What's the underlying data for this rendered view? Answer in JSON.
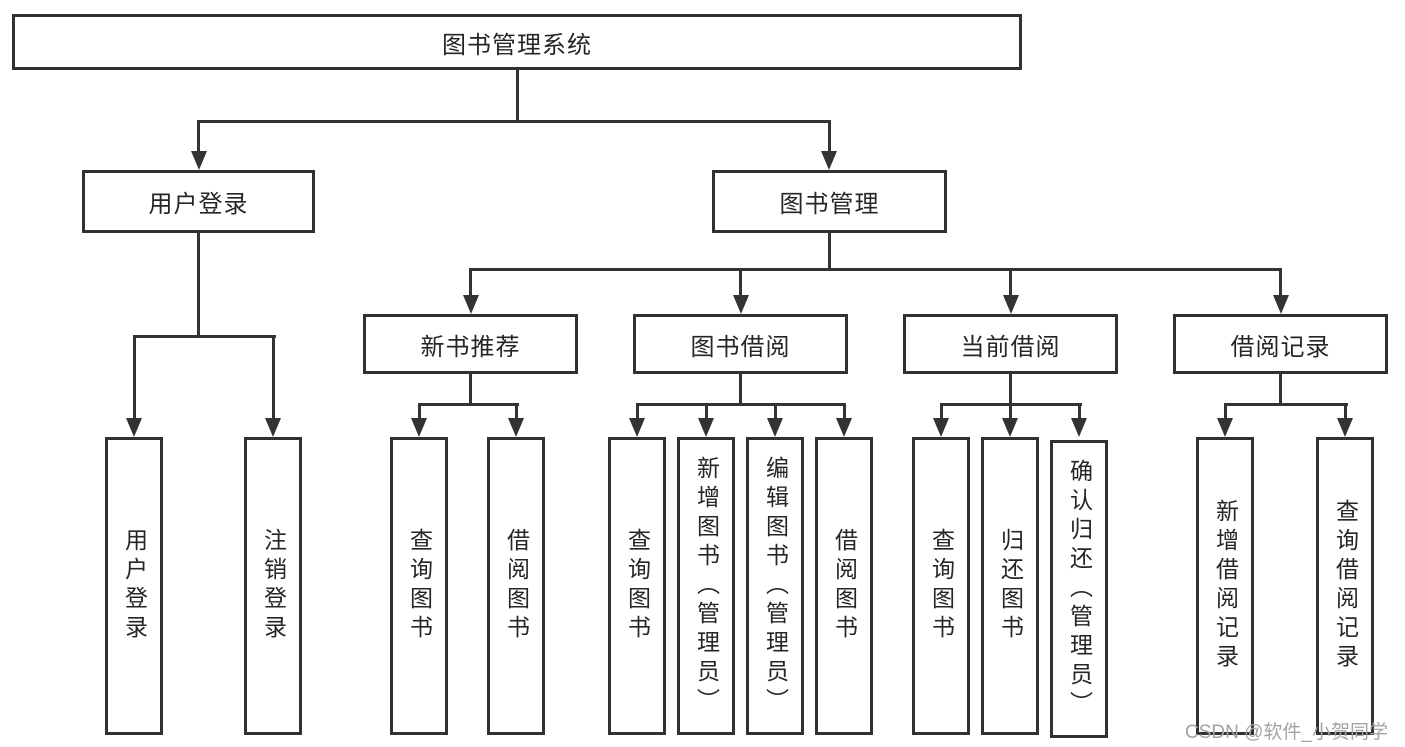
{
  "colors": {
    "background": "#ffffff",
    "box_border": "#313131",
    "connector_line": "#333333",
    "text": "#262626",
    "watermark_text": "#a3a3a3"
  },
  "watermark": {
    "text": "CSDN @软件_小贺同学"
  },
  "tree": {
    "root": {
      "label": "图书管理系统"
    },
    "children": [
      {
        "label": "用户登录",
        "children": [
          {
            "label": "用户登录"
          },
          {
            "label": "注销登录"
          }
        ]
      },
      {
        "label": "图书管理",
        "children": [
          {
            "label": "新书推荐",
            "children": [
              {
                "label": "查询图书"
              },
              {
                "label": "借阅图书"
              }
            ]
          },
          {
            "label": "图书借阅",
            "children": [
              {
                "label": "查询图书"
              },
              {
                "label": "新增图书（管理员）"
              },
              {
                "label": "编辑图书（管理员）"
              },
              {
                "label": "借阅图书"
              }
            ]
          },
          {
            "label": "当前借阅",
            "children": [
              {
                "label": "查询图书"
              },
              {
                "label": "归还图书"
              },
              {
                "label": "确认归还（管理员）"
              }
            ]
          },
          {
            "label": "借阅记录",
            "children": [
              {
                "label": "新增借阅记录"
              },
              {
                "label": "查询借阅记录"
              }
            ]
          }
        ]
      }
    ]
  }
}
